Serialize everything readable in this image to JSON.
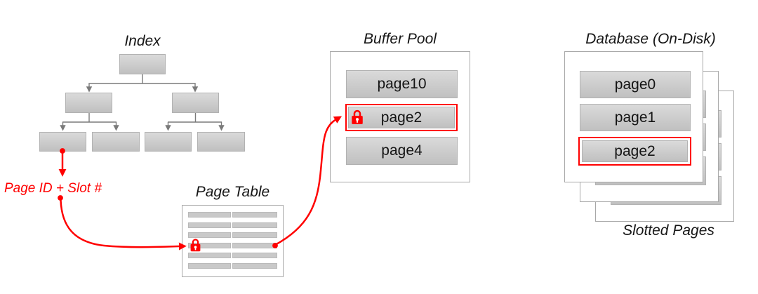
{
  "colors": {
    "accent": "#ff0000",
    "connector": "#7a7a7a",
    "border": "#a8a8a8",
    "bar": "#c9c9c9",
    "node_top": "#dadada",
    "node_bottom": "#c0c0c0"
  },
  "icons": {
    "lock": "padlock (red body, white keyhole)"
  },
  "diagram": {
    "index": {
      "title": "Index"
    },
    "lookup_label": "Page ID + Slot #",
    "page_table": {
      "title": "Page Table",
      "row_count": 6
    },
    "buffer_pool": {
      "title": "Buffer Pool",
      "pages": [
        {
          "label": "page10",
          "locked": false
        },
        {
          "label": "page2",
          "locked": true
        },
        {
          "label": "page4",
          "locked": false
        }
      ]
    },
    "database": {
      "title": "Database (On-Disk)",
      "caption": "Slotted Pages",
      "pages": [
        {
          "label": "page0",
          "highlighted": false
        },
        {
          "label": "page1",
          "highlighted": false
        },
        {
          "label": "page2",
          "highlighted": true
        }
      ]
    }
  }
}
